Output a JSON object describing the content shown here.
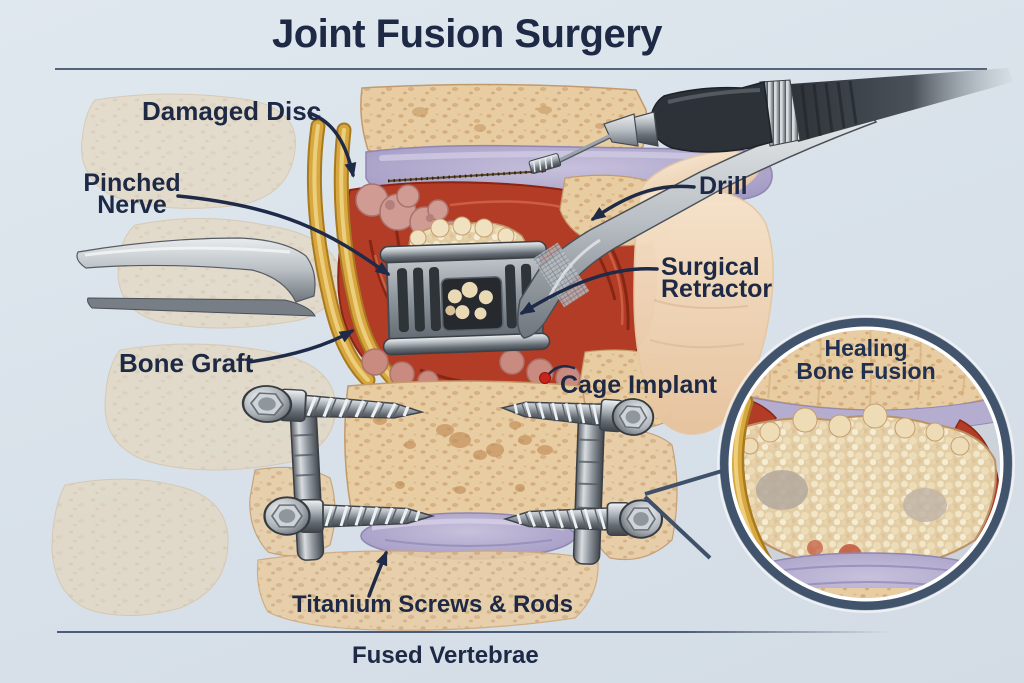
{
  "title": "Joint Fusion Surgery",
  "labels": {
    "damaged_disc": "Damaged Disc",
    "pinched_nerve_line1": "Pinched",
    "pinched_nerve_line2": "Nerve",
    "drill": "Drill",
    "surgical_retractor_line1": "Surgical",
    "surgical_retractor_line2": "Retractor",
    "bone_graft": "Bone Graft",
    "cage_implant": "Cage Implant",
    "titanium_screws_rods": "Titanium Screws & Rods",
    "fused_vertebrae": "Fused Vertebrae"
  },
  "inset": {
    "title_line1": "Healing",
    "title_line2": "Bone Fusion"
  },
  "colors": {
    "background": "#d9e2ea",
    "label_text": "#1d2945",
    "leader_line": "#1e2a47",
    "bone": "#e9cda2",
    "disc_purple": "#aba3cb",
    "muscle_red": "#b23c25",
    "nerve_yellow": "#d8a73f",
    "metal_gray": "#9aa1a8",
    "inset_ring": "#42546c",
    "marker_red": "#c9231c"
  }
}
